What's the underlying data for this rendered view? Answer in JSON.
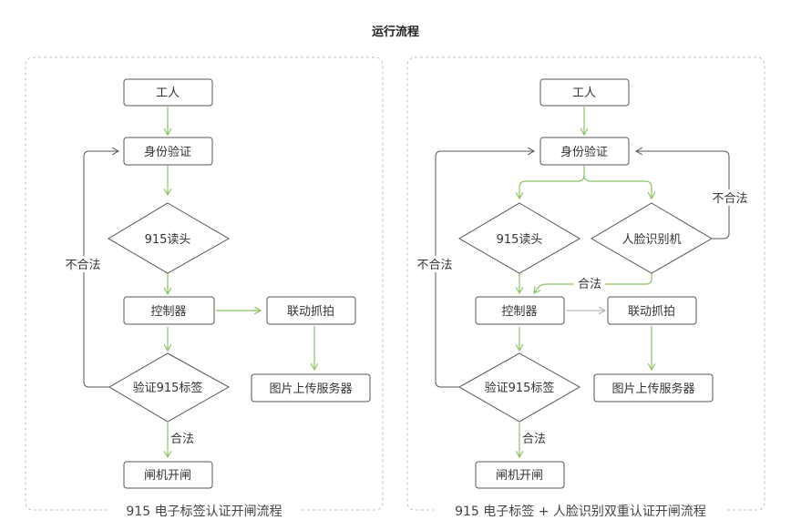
{
  "title": "运行流程",
  "left": {
    "caption": "915 电子标签认证开闸流程",
    "nodes": {
      "worker": "工人",
      "auth": "身份验证",
      "reader": "915读头",
      "controller": "控制器",
      "capture": "联动抓拍",
      "verify": "验证915标签",
      "upload": "图片上传服务器",
      "gate": "闸机开闸"
    },
    "labels": {
      "illegal": "不合法",
      "legal": "合法"
    }
  },
  "right": {
    "caption": "915 电子标签 + 人脸识别双重认证开闸流程",
    "nodes": {
      "worker": "工人",
      "auth": "身份验证",
      "reader": "915读头",
      "face": "人脸识别机",
      "controller": "控制器",
      "capture": "联动抓拍",
      "verify": "验证915标签",
      "upload": "图片上传服务器",
      "gate": "闸机开闸"
    },
    "labels": {
      "illegal_left": "不合法",
      "illegal_right": "不合法",
      "legal_mid": "合法",
      "legal_bottom": "合法"
    }
  },
  "colors": {
    "flow_arrow": "#8cc265",
    "border": "#555555",
    "panel_border": "#bfbfbf"
  }
}
